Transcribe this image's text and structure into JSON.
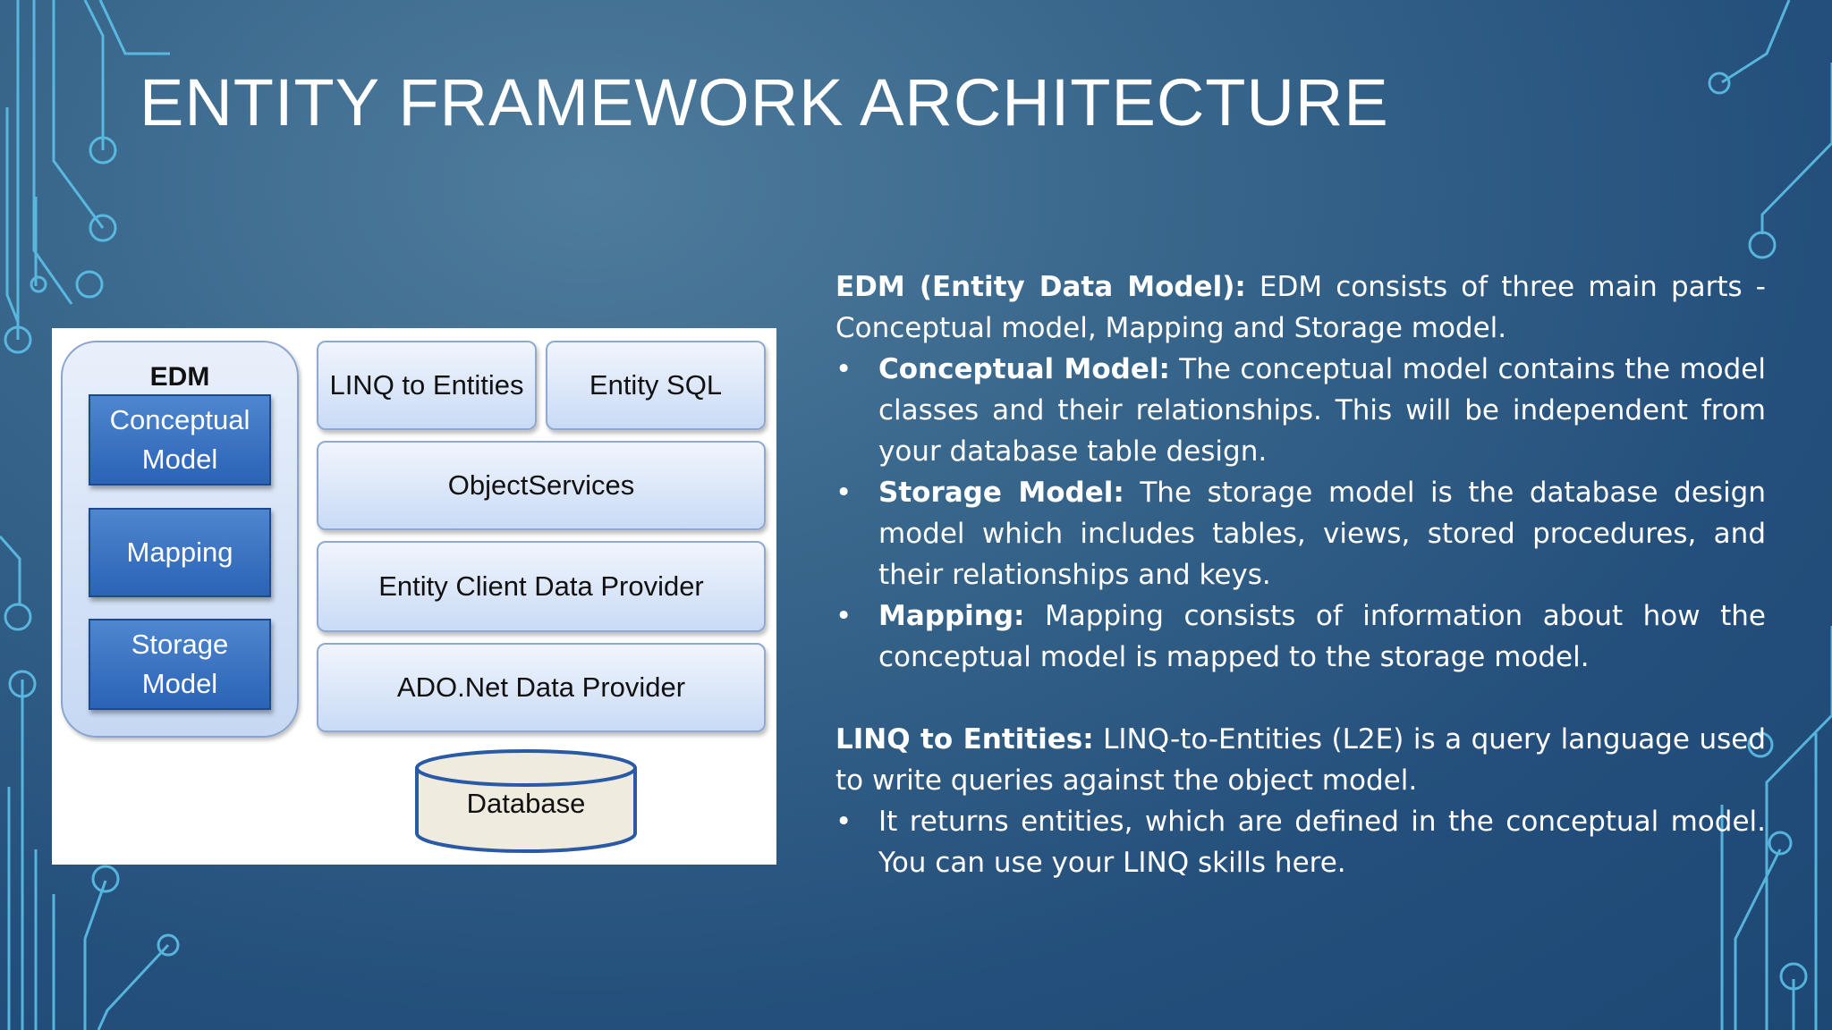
{
  "slide": {
    "title": "ENTITY FRAMEWORK ARCHITECTURE"
  },
  "diagram": {
    "edm_label": "EDM",
    "edm_parts": {
      "conceptual_line1": "Conceptual",
      "conceptual_line2": "Model",
      "mapping": "Mapping",
      "storage_line1": "Storage",
      "storage_line2": "Model"
    },
    "layers": {
      "linq_to_entities": "LINQ to Entities",
      "entity_sql": "Entity SQL",
      "object_services": "ObjectServices",
      "entity_client": "Entity Client Data Provider",
      "ado_net": "ADO.Net Data Provider"
    },
    "database": "Database"
  },
  "content": {
    "edm": {
      "term": "EDM (Entity Data Model):",
      "text": " EDM consists of three main parts - Conceptual model, Mapping and Storage model."
    },
    "bullets_edm": [
      {
        "term": "Conceptual Model:",
        "text": " The conceptual model contains the model classes and their relationships. This will be independent from your database table design."
      },
      {
        "term": "Storage Model:",
        "text": " The storage model is the database design model which includes tables, views, stored procedures, and their relationships and keys."
      },
      {
        "term": "Mapping:",
        "text": " Mapping consists of information about how the conceptual model is mapped to the storage model."
      }
    ],
    "linq": {
      "term": "LINQ to Entities:",
      "text": " LINQ-to-Entities (L2E) is a query language used to write queries against the object model."
    },
    "bullets_linq": [
      {
        "text": "It returns entities, which are defined in the conceptual model. You can use your LINQ skills here."
      }
    ],
    "bullet_char": "•"
  },
  "colors": {
    "background": "#2b5884",
    "circuit": "#5fc4ee",
    "edm_box": "#2f68b8",
    "layer_box": "#d3e1f6",
    "database": "#efebdf"
  }
}
